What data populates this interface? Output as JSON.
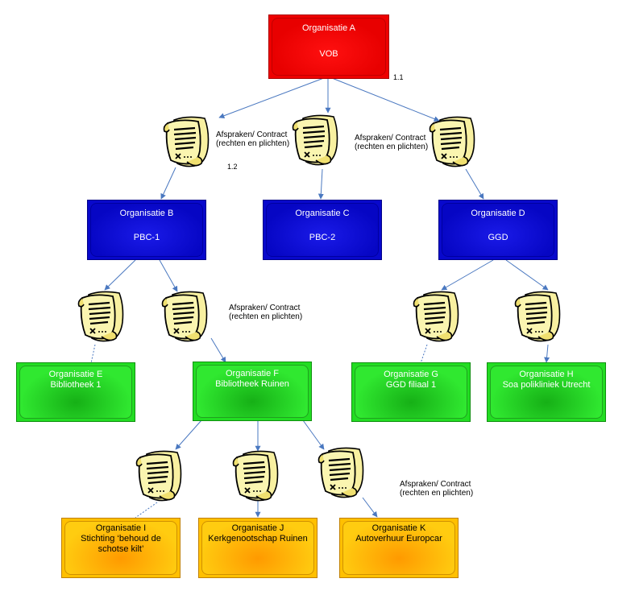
{
  "nodes": {
    "a": {
      "line1": "Organisatie A",
      "line2": "VOB",
      "color": "#ee0000"
    },
    "b": {
      "line1": "Organisatie B",
      "line2": "PBC-1",
      "color": "#0808cc"
    },
    "c": {
      "line1": "Organisatie C",
      "line2": "PBC-2",
      "color": "#0808cc"
    },
    "d": {
      "line1": "Organisatie D",
      "line2": "GGD",
      "color": "#0808cc"
    },
    "e": {
      "line1": "Organisatie E",
      "line2": "Bibliotheek 1",
      "color": "#22dd22"
    },
    "f": {
      "line1": "Organisatie F",
      "line2": "Bibliotheek Ruinen",
      "color": "#22dd22"
    },
    "g": {
      "line1": "Organisatie G",
      "line2": "GGD filiaal 1",
      "color": "#22dd22"
    },
    "h": {
      "line1": "Organisatie H",
      "line2": "Soa polikliniek Utrecht",
      "color": "#22dd22"
    },
    "i": {
      "line1": "Organisatie I",
      "line2": "Stichting ‘behoud de",
      "line3": "schotse kilt’",
      "color": "#ffc000"
    },
    "j": {
      "line1": "Organisatie J",
      "line2": "Kerkgenootschap Ruinen",
      "color": "#ffc000"
    },
    "k": {
      "line1": "Organisatie K",
      "line2": "Autoverhuur Europcar",
      "color": "#ffc000"
    }
  },
  "contract_labels": {
    "line1": "Afspraken/ Contract",
    "line2": "(rechten en plichten)"
  },
  "numbers": {
    "n1": "1.1",
    "n2": "1.2"
  },
  "icons": {
    "contract": "contract-scroll-icon"
  }
}
